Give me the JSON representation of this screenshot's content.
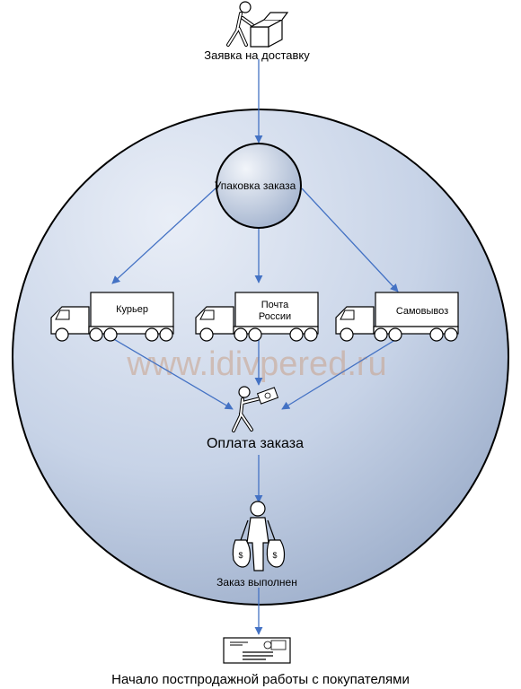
{
  "diagram": {
    "start_label": "Заявка на доставку",
    "packing_label": "Упаковка заказа",
    "trucks": [
      {
        "line1": "Курьер",
        "line2": ""
      },
      {
        "line1": "Почта",
        "line2": "России"
      },
      {
        "line1": "Самовывоз",
        "line2": ""
      }
    ],
    "payment_label": "Оплата заказа",
    "done_label": "Заказ выполнен",
    "end_label": "Начало постпродажной работы с покупателями",
    "watermark": "www.idivpered.ru",
    "money_symbol": "$"
  },
  "colors": {
    "circle_outer": "#9fb0cc",
    "circle_inner": "#e8edf6",
    "arrow": "#4472c4",
    "stroke": "#000000"
  },
  "icons": [
    "person-with-box-icon",
    "truck-icon",
    "person-with-money-icon",
    "person-with-money-bags-icon",
    "envelope-icon"
  ]
}
